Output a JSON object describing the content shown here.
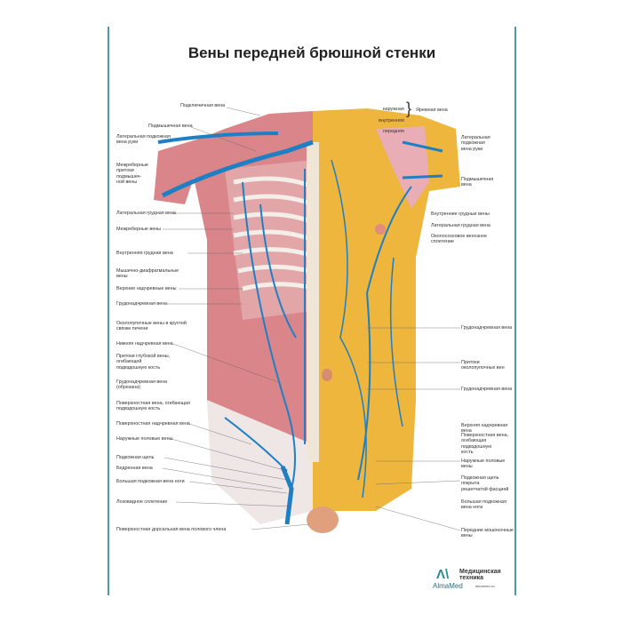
{
  "title": "Вены передней брюшной стенки",
  "left_labels": [
    "Подключичная вена",
    "Подмышечная вена",
    "Латеральная подкожная\nвена руки",
    "Межреберные\nпритоки\nподмышеч-\nной вены",
    "Латеральная грудная вена",
    "Межреберные вены",
    "Внутренняя грудная вена",
    "Мышечно-диафрагмальные\nвены",
    "Верхние надчревные вены",
    "Грудонадчревная вена",
    "Околопупочные вены в круглой\nсвязке печени",
    "Нижняя надчревная вена",
    "Притоки глубокой вены,\nогибающей\nподвздошную кость",
    "Грудонадчревная вена\n(обрезана)",
    "Поверхностная вена, огибающая\nподвздошную кость",
    "Поверхностная надчревная вена",
    "Наружные половые вены",
    "Подкожная щель",
    "Бедренная вена",
    "Большая подкожная вена ноги",
    "Лозовидное сплетение",
    "Поверхностная дорсальная вена полового члена"
  ],
  "jugular": {
    "branches": [
      "наружная",
      "внутренняя",
      "передняя"
    ],
    "label": "Яремная вена"
  },
  "right_labels": [
    "Латеральная\nподкожная\nвена руки",
    "Подмышечная\nвена",
    "Внутренние грудные вены",
    "Латеральная грудная вена",
    "Околососковое венозное\nсплетение",
    "Грудонадчревная вена",
    "Притоки околопупочных вен",
    "Грудонадчревная вена",
    "Верхняя надчревная вена",
    "Поверхностная вена,\nогибающая подвздошную\nкость",
    "Наружные половые вены",
    "Подкожная щель покрыта\nрешетчатой фасцией",
    "Большая подкожная\nвена ноги",
    "Передние мошоночные вены"
  ],
  "logo": {
    "brand": "AlmaMed",
    "tagline": "Медицинская\nтехника",
    "site": "almamed.su"
  },
  "colors": {
    "vein": "#1f7fc4",
    "muscle": "#d9858a",
    "fat": "#eeb63c",
    "border": "#4e9aa3"
  }
}
